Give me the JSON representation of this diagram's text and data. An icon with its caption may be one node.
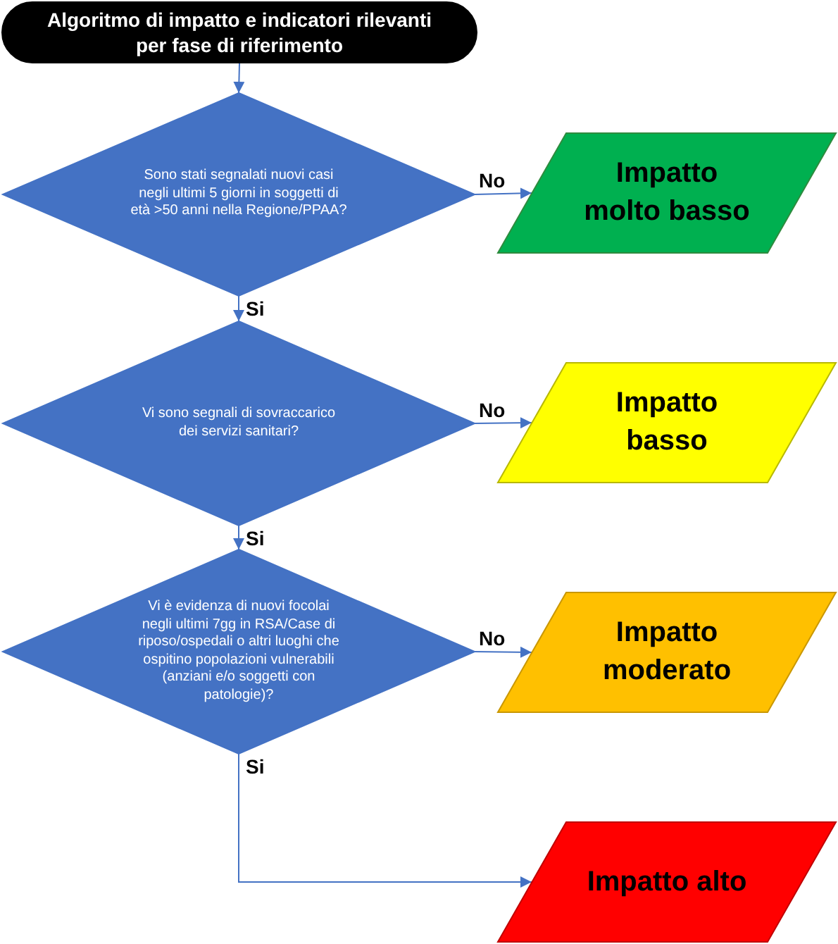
{
  "diagram": {
    "nodes": [
      {
        "text": [
          "Algoritmo di impatto e indicatori rilevanti per fase di riferimento"
        ]
      },
      {
        "text": [
          "Sono stati segnalati nuovi casi negli ultimi 5 giorni in soggetti di età >50 anni nella Regione/PPAA?"
        ]
      },
      {
        "text": [
          "Impatto molto basso"
        ]
      },
      {
        "text": [
          "Vi sono segnali di sovraccarico dei servizi sanitari?"
        ]
      },
      {
        "text": [
          "Impatto basso"
        ]
      },
      {
        "text": [
          "Vi è evidenza di nuovi focolai negli ultimi 7gg in RSA/Case di riposo/ospedali o altri luoghi che ospitino popolazioni vulnerabili (anziani e/o soggetti con patologie)?"
        ]
      },
      {
        "text": [
          "Impatto moderato"
        ]
      },
      {
        "text": [
          "Impatto alto"
        ]
      }
    ],
    "edges": [
      {
        "from": 0,
        "to": 1,
        "arrow": "to"
      },
      {
        "from": 1,
        "to": 2,
        "arrow": "to",
        "label": "No"
      },
      {
        "from": 1,
        "to": 3,
        "arrow": "to",
        "label": "Si"
      },
      {
        "from": 3,
        "to": 4,
        "arrow": "to",
        "label": "No"
      },
      {
        "from": 3,
        "to": 5,
        "arrow": "to",
        "label": "Si"
      },
      {
        "from": 5,
        "to": 6,
        "arrow": "to",
        "label": "No"
      },
      {
        "from": 5,
        "to": 7,
        "arrow": "to",
        "label": "Si"
      }
    ]
  }
}
